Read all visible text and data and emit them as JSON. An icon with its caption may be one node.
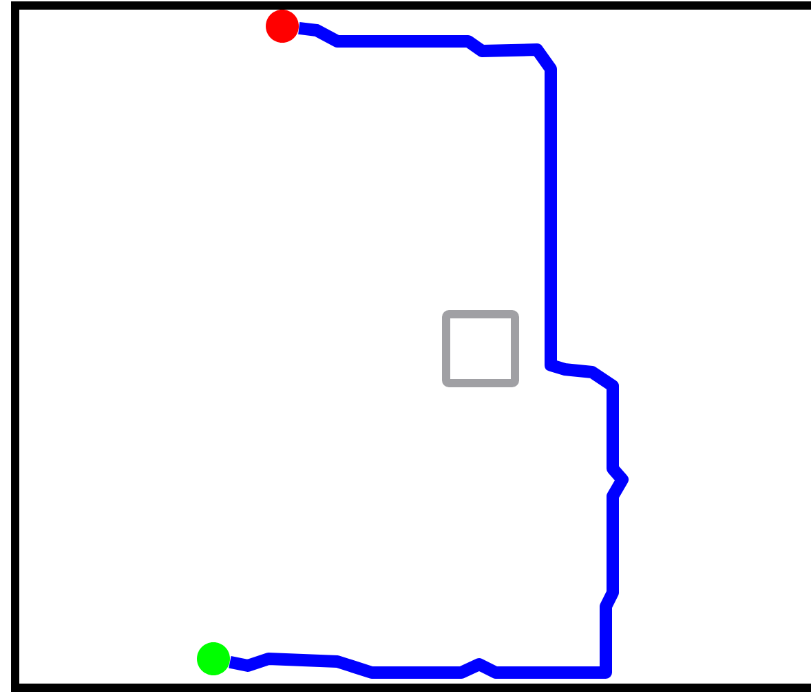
{
  "diagram": {
    "nodes": [
      {
        "text": [],
        "shape": "circle"
      },
      {
        "text": [],
        "shape": "box"
      },
      {
        "text": [],
        "shape": "circle"
      }
    ],
    "edges": [
      {
        "from": 2,
        "to": 0,
        "arrow": "none",
        "color": "#0000ff"
      }
    ]
  }
}
